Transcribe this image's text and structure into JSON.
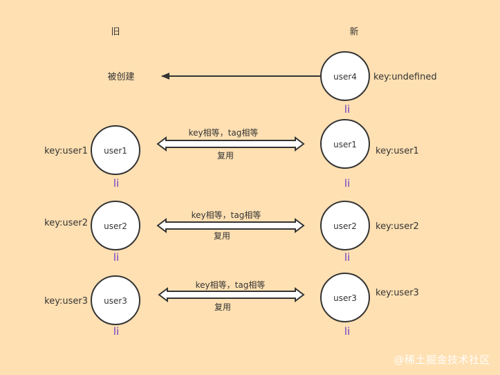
{
  "headers": {
    "old": "旧",
    "new": "新"
  },
  "created": {
    "label": "被创建",
    "node": {
      "name": "user4",
      "key": "key:undefined",
      "tag": "li"
    }
  },
  "rows": [
    {
      "old": {
        "name": "user1",
        "key": "key:user1",
        "tag": "li"
      },
      "new": {
        "name": "user1",
        "key": "key:user1",
        "tag": "li"
      },
      "compare": "key相等，tag相等",
      "result": "复用"
    },
    {
      "old": {
        "name": "user2",
        "key": "key:user2",
        "tag": "li"
      },
      "new": {
        "name": "user2",
        "key": "key:user2",
        "tag": "li"
      },
      "compare": "key相等，tag相等",
      "result": "复用"
    },
    {
      "old": {
        "name": "user3",
        "key": "key:user3",
        "tag": "li"
      },
      "new": {
        "name": "user3",
        "key": "key:user3",
        "tag": "li"
      },
      "compare": "key相等，tag相等",
      "result": "复用"
    }
  ],
  "watermark": "@稀土掘金技术社区",
  "colors": {
    "background": "#FFE0B2",
    "node_fill": "#FFFFFF",
    "stroke": "#333333",
    "tag": "#6A3FC9",
    "watermark": "#FFFFFF"
  }
}
